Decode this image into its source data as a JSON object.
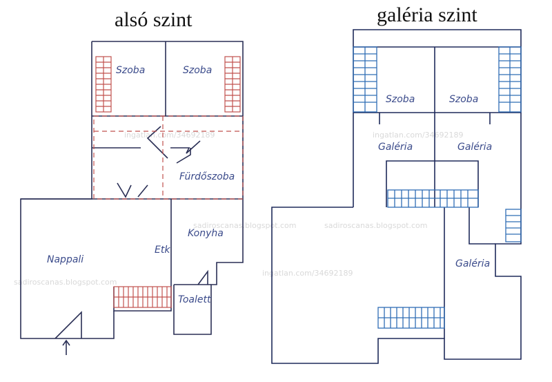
{
  "titles": {
    "lower": "alsó szint",
    "gallery": "galéria szint"
  },
  "lower_rooms": {
    "szoba_1": "Szoba",
    "szoba_2": "Szoba",
    "furdoszoba": "Fürdőszoba",
    "nappali": "Nappali",
    "etk": "Etk",
    "konyha": "Konyha",
    "toalett": "Toalett"
  },
  "gallery_rooms": {
    "szoba_1": "Szoba",
    "szoba_2": "Szoba",
    "galeria_1": "Galéria",
    "galeria_2": "Galéria",
    "galeria_3": "Galéria"
  },
  "watermarks": {
    "id_1": "ingatlan.com/34692189",
    "id_2": "ingatlan.com/34692189",
    "id_3": "ingatlan.com/34692189",
    "blog_1": "sadiroscanas.blogspot.com",
    "blog_2": "sadiroscanas.blogspot.com",
    "blog_3": "sadiroscanas.blogspot.com"
  },
  "colors": {
    "lower_plan_accent": "#c0504d",
    "gallery_plan_accent": "#2f6db5",
    "wall": "#1e2a5a"
  }
}
